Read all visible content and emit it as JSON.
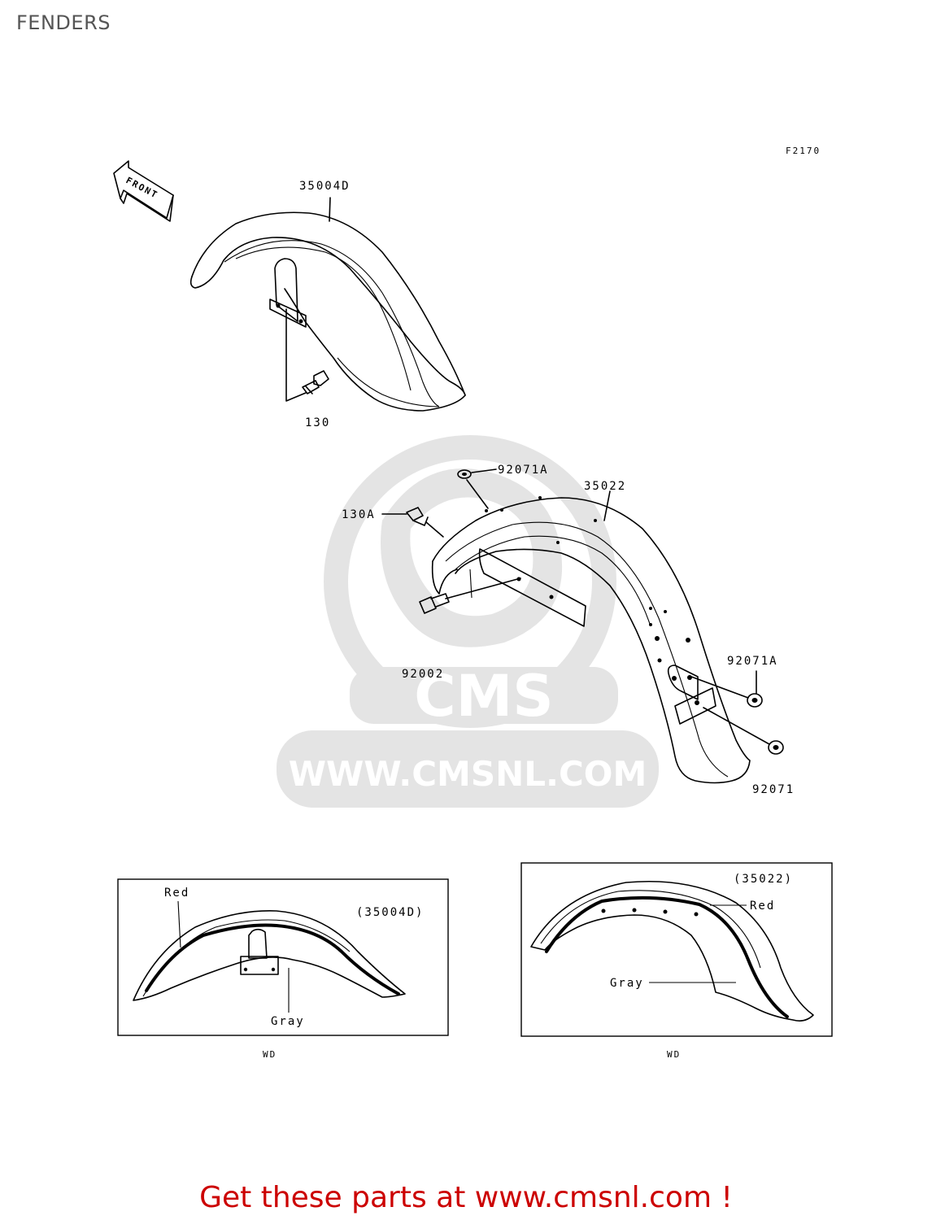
{
  "page": {
    "title": "FENDERS",
    "figure_code": "F2170",
    "footer_cta": "Get these parts at www.cmsnl.com !"
  },
  "direction_marker": {
    "label": "FRONT",
    "icon": "front-arrow-icon"
  },
  "parts": {
    "front_fender": "35004D",
    "front_bolt": "130",
    "rear_fender": "35022",
    "rear_bolt": "130A",
    "rear_screw": "92002",
    "rear_grommet_top": "92071A",
    "rear_grommet_side": "92071A",
    "rear_grommet_bottom": "92071"
  },
  "detail_front": {
    "ref": "(35004D)",
    "stripe_color_1": "Red",
    "stripe_color_2": "Gray",
    "caption": "WD"
  },
  "detail_rear": {
    "ref": "(35022)",
    "stripe_color_1": "Red",
    "stripe_color_2": "Gray",
    "caption": "WD"
  },
  "watermark": {
    "brand": "CMS",
    "url": "WWW.CMSNL.COM"
  },
  "colors": {
    "cta": "#cc0000",
    "title": "#555555",
    "watermark": "#e4e4e4"
  }
}
